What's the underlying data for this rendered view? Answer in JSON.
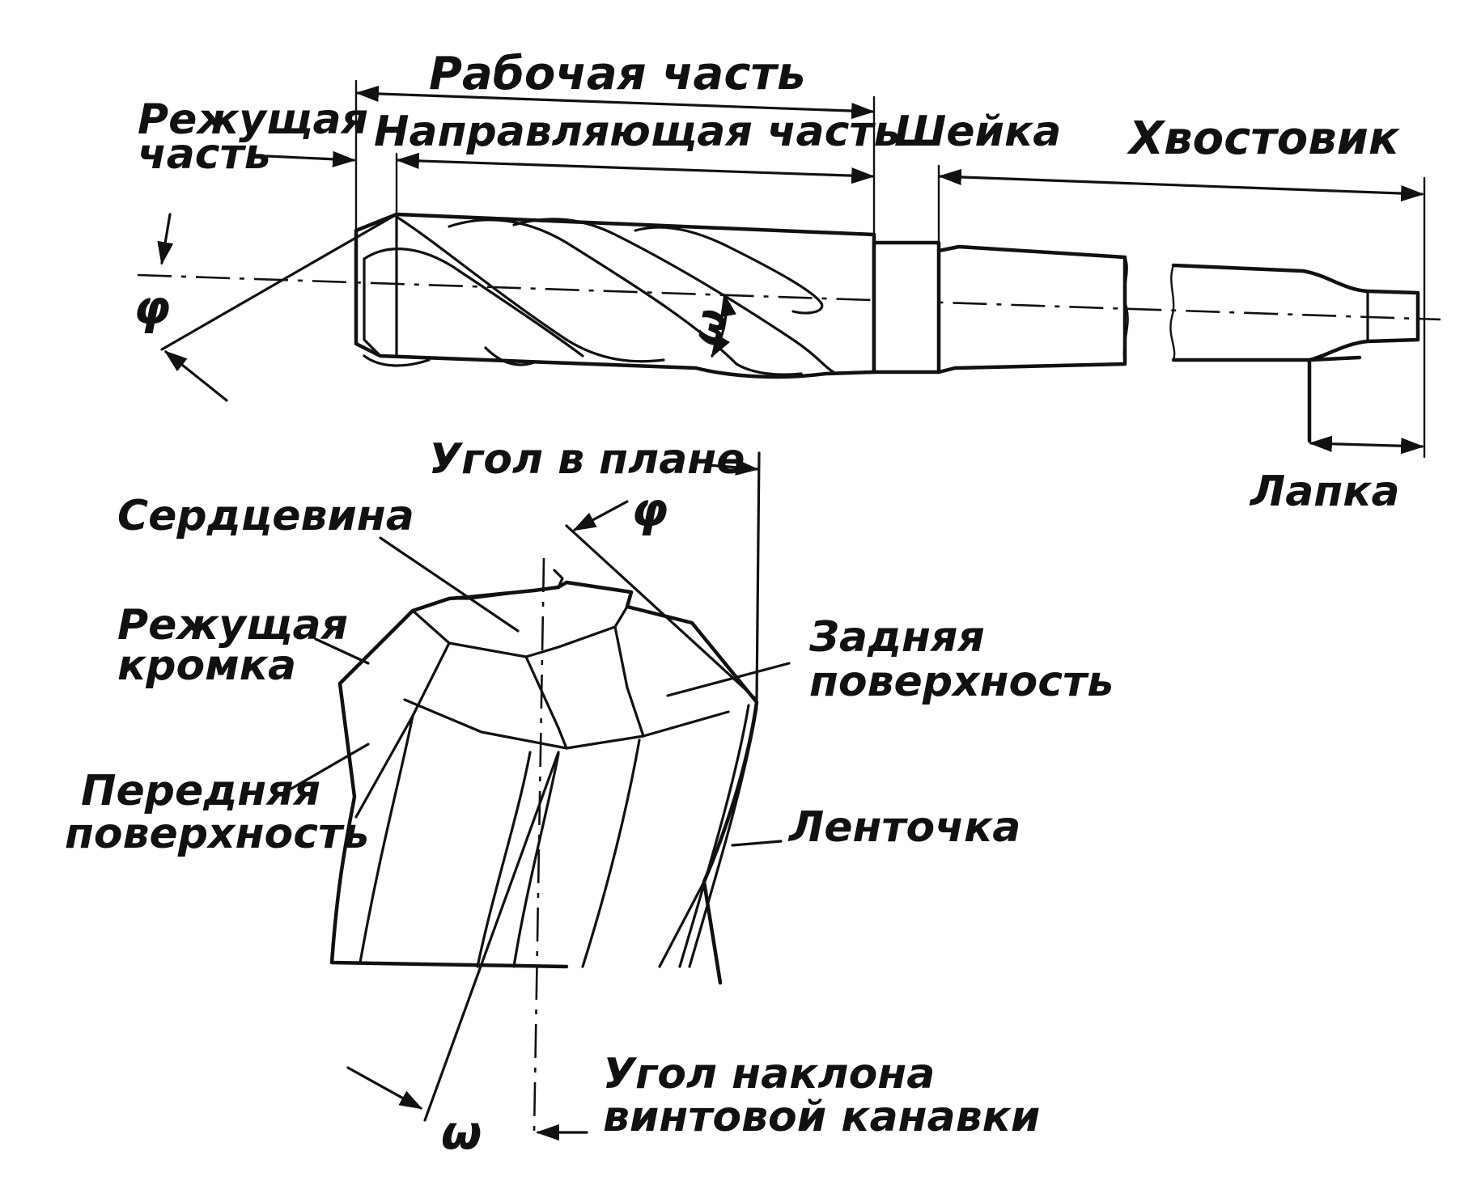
{
  "labels": {
    "working_part": "Рабочая часть",
    "cutting_part_line1": "Режущая",
    "cutting_part_line2": "часть",
    "guiding_part": "Направляющая часть",
    "neck": "Шейка",
    "shank": "Хвостовик",
    "tang": "Лапка",
    "phi_top": "φ",
    "omega_top": "ω",
    "plan_angle": "Угол в плане",
    "phi_bottom": "φ",
    "core": "Сердцевина",
    "cutting_edge_line1": "Режущая",
    "cutting_edge_line2": "кромка",
    "flank_line1": "Задняя",
    "flank_line2": "поверхность",
    "rake_line1": "Передняя",
    "rake_line2": "поверхность",
    "land": "Ленточка",
    "helix_angle_line1": "Угол наклона",
    "helix_angle_line2": "винтовой канавки",
    "omega_bottom": "ω"
  },
  "colors": {
    "ink": "#111111",
    "paper": "#ffffff"
  }
}
